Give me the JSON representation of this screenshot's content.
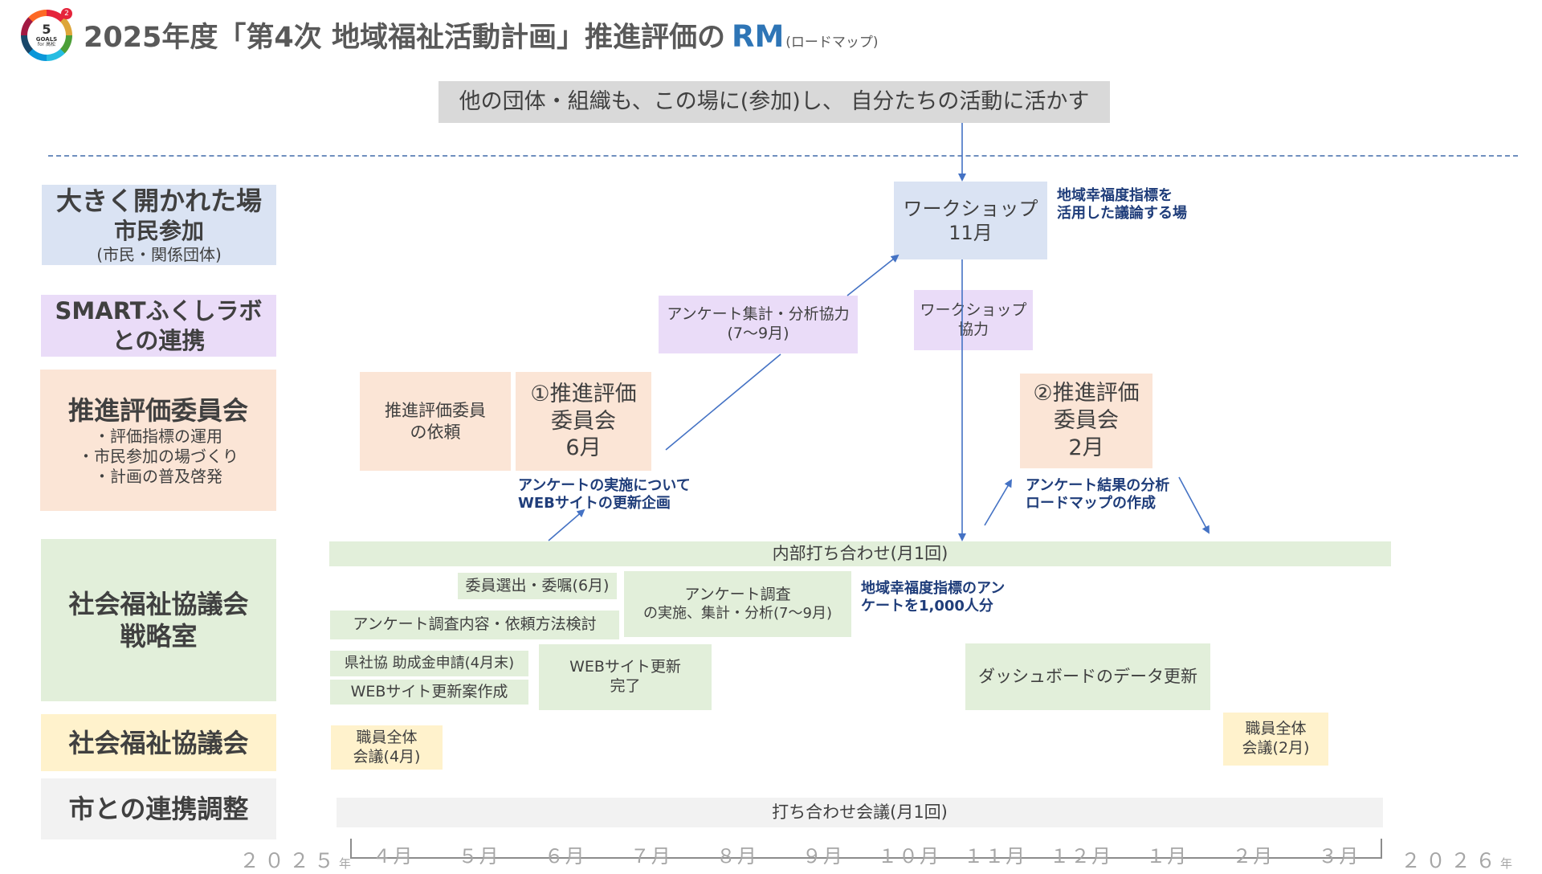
{
  "header": {
    "logo_number": "5",
    "logo_badge": "2",
    "logo_text": "GOALS",
    "logo_sub": "for 高松",
    "title_main": "2025年度「第4次 地域福祉活動計画」推進評価の",
    "title_rm": "RM",
    "title_suffix": "(ロードマップ)",
    "banner": "他の団体・組織も、この場に(参加)し、 自分たちの活動に活かす"
  },
  "rows": [
    {
      "main": "大きく開かれた場",
      "sub1": "市民参加",
      "sub2": "(市民・関係団体)"
    },
    {
      "main": "SMARTふくしラボ",
      "sub1": "との連携"
    },
    {
      "main": "推進評価委員会",
      "sub1": "・評価指標の運用",
      "sub2": "・市民参加の場づくり",
      "sub3": "・計画の普及啓発"
    },
    {
      "main": "社会福祉協議会",
      "sub1": "戦略室"
    },
    {
      "main": "社会福祉協議会"
    },
    {
      "main": "市との連携調整"
    }
  ],
  "items": {
    "workshop_nov": {
      "line1": "ワークショップ",
      "line2": "11月"
    },
    "workshop_note": "地域幸福度指標を\n活用した議論する場",
    "survey_support": {
      "line1": "アンケート集計・分析協力",
      "line2": "(7～9月)"
    },
    "workshop_support": {
      "line1": "ワークショップ",
      "line2": "協力"
    },
    "committee_request": {
      "line1": "推進評価委員",
      "line2": "の依頼"
    },
    "committee_1": {
      "line1": "①推進評価",
      "line2": "委員会",
      "line3": "6月"
    },
    "committee_2": {
      "line1": "②推進評価",
      "line2": "委員会",
      "line3": "2月"
    },
    "web_note": "アンケートの実施について\nWEBサイトの更新企画",
    "analysis_note": "アンケート結果の分析\nロードマップの作成",
    "internal_meeting": "内部打ち合わせ(月1回)",
    "member_selection": "委員選出・委嘱(6月)",
    "survey_content": "アンケート調査内容・依頼方法検討",
    "survey_exec": {
      "line1": "アンケート調査",
      "line2": "の実施、集計・分析(7～9月)"
    },
    "survey_note": "地域幸福度指標のアン\nケートを1,000人分",
    "grant_application": "県社協 助成金申請(4月末)",
    "web_update_plan": "WEBサイト更新案作成",
    "web_update_done": {
      "line1": "WEBサイト更新",
      "line2": "完了"
    },
    "dashboard_update": "ダッシュボードのデータ更新",
    "staff_meeting_apr": {
      "line1": "職員全体",
      "line2": "会議(4月)"
    },
    "staff_meeting_feb": {
      "line1": "職員全体",
      "line2": "会議(2月)"
    },
    "city_meeting": "打ち合わせ会議(月1回)"
  },
  "timeline": {
    "start_year": "２０２５",
    "end_year": "２０２６",
    "year_unit": "年",
    "months": [
      "４月",
      "５月",
      "６月",
      "７月",
      "８月",
      "９月",
      "１０月",
      "１１月",
      "１２月",
      "１月",
      "２月",
      "３月"
    ]
  },
  "colors": {
    "arrow": "#4472c4",
    "note_text": "#1f3d7a",
    "title_rm": "#2e75b6"
  }
}
